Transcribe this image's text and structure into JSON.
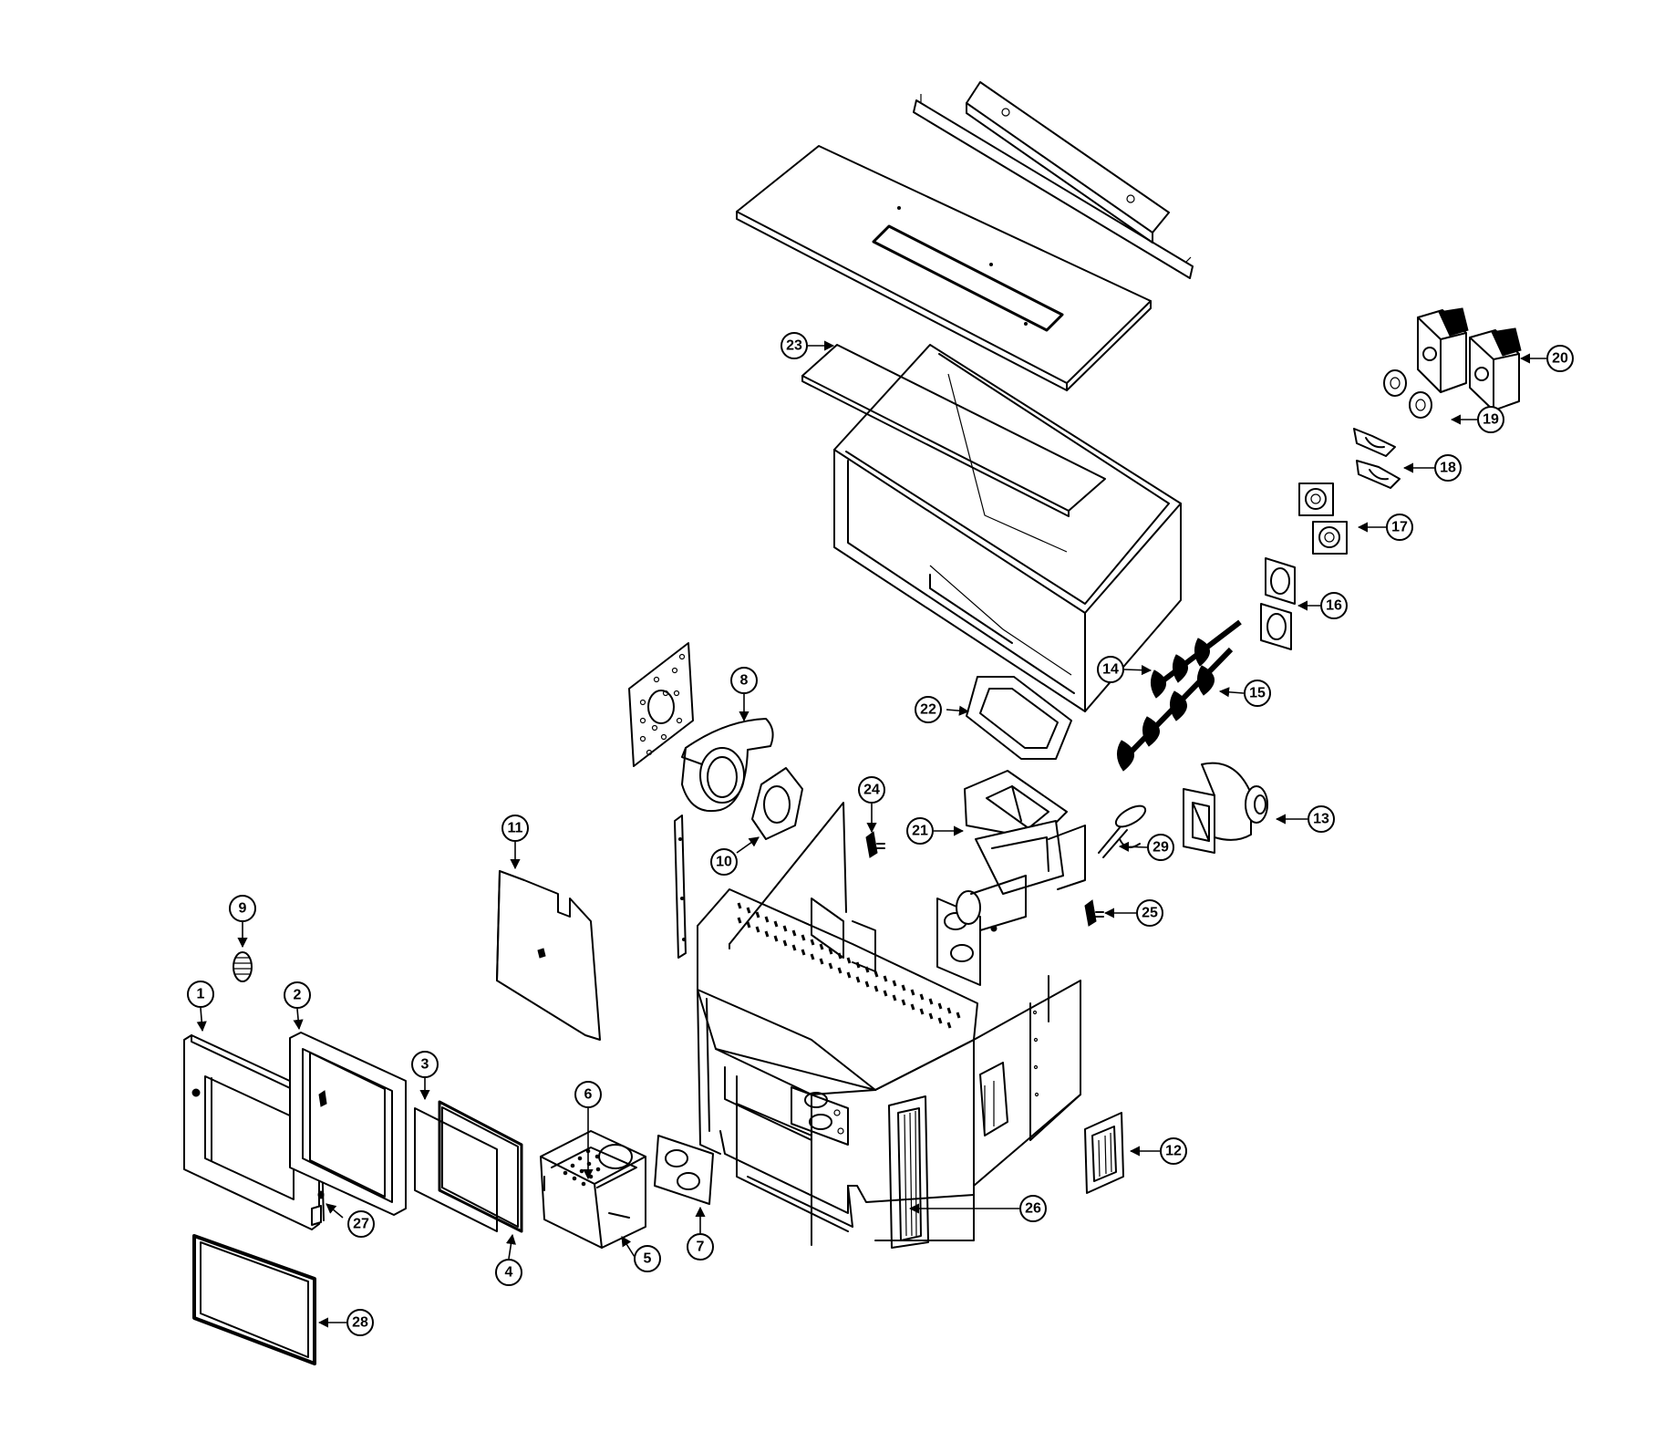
{
  "diagram": {
    "type": "exploded-parts-view",
    "callouts": [
      {
        "number": "1"
      },
      {
        "number": "2"
      },
      {
        "number": "3"
      },
      {
        "number": "4"
      },
      {
        "number": "5"
      },
      {
        "number": "6"
      },
      {
        "number": "7"
      },
      {
        "number": "8"
      },
      {
        "number": "9"
      },
      {
        "number": "10"
      },
      {
        "number": "11"
      },
      {
        "number": "12"
      },
      {
        "number": "13"
      },
      {
        "number": "14"
      },
      {
        "number": "15"
      },
      {
        "number": "16"
      },
      {
        "number": "17"
      },
      {
        "number": "18"
      },
      {
        "number": "19"
      },
      {
        "number": "20"
      },
      {
        "number": "21"
      },
      {
        "number": "22"
      },
      {
        "number": "23"
      },
      {
        "number": "24"
      },
      {
        "number": "25"
      },
      {
        "number": "26"
      },
      {
        "number": "27"
      },
      {
        "number": "28"
      },
      {
        "number": "29"
      }
    ]
  }
}
